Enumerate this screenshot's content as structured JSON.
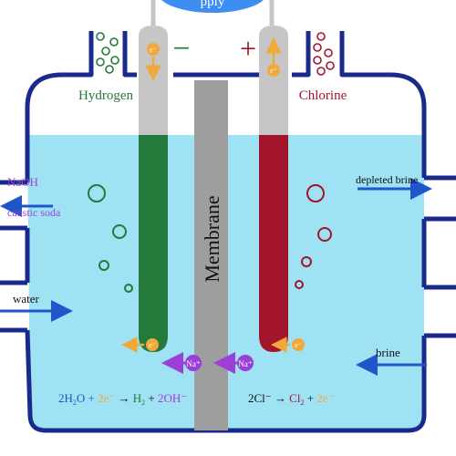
{
  "supply": {
    "text": "pply"
  },
  "electrodes": {
    "cathode": {
      "sign": "−",
      "gas_label": "Hydrogen",
      "electron_label": "e⁻",
      "color": "#237a3b"
    },
    "anode": {
      "sign": "+",
      "gas_label": "Chlorine",
      "electron_label": "e⁻",
      "color": "#a3152a"
    }
  },
  "membrane": {
    "label": "Membrane"
  },
  "ports": {
    "naoh": "NaOH",
    "caustic_soda": "caustic soda",
    "water": "water",
    "depleted_brine": "depleted brine",
    "brine": "brine"
  },
  "ion": {
    "label": "Na⁺"
  },
  "equations": {
    "cathode": {
      "p1": "2H",
      "sub1": "2",
      "p2": "O + ",
      "e": "2e⁻",
      "arrow": " → ",
      "p3": "H",
      "sub3": "2",
      "p4": " + ",
      "oh": "2OH⁻"
    },
    "anode": {
      "p1": "2Cl⁻",
      "arrow": " → ",
      "p2": "Cl",
      "sub2": "2",
      "p3": " + ",
      "e": "2e⁻"
    }
  },
  "colors": {
    "tank_outline": "#1a2a8c",
    "solution": "#9fe2f3",
    "electrode_top": "#c6c6c6",
    "membrane": "#9e9e9e",
    "electron": "#f2a93b",
    "ion": "#9b3fd6",
    "flow_arrow": "#1f56c9",
    "supply": "#3d8ef0"
  }
}
